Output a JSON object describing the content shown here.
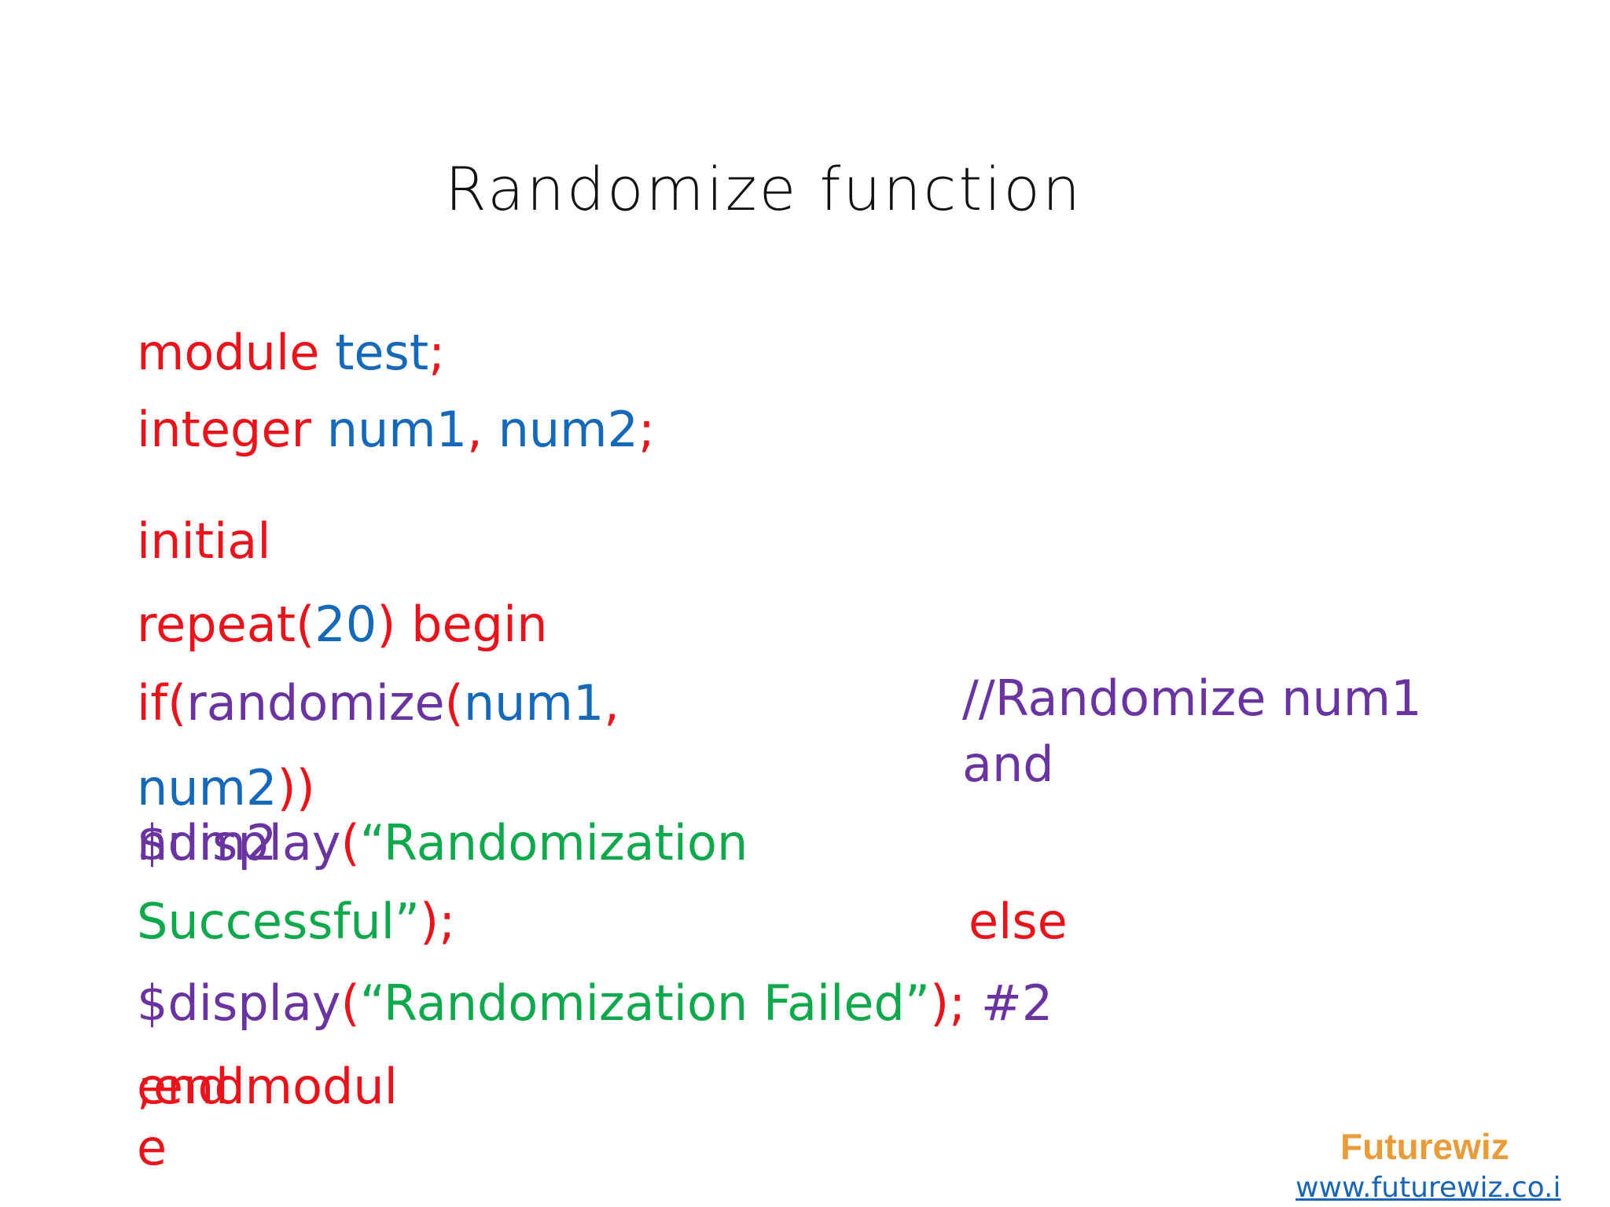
{
  "title": "Randomize function",
  "code": {
    "l1": {
      "a": "module",
      "b": "test",
      "c": ";"
    },
    "l2": {
      "a": "integer",
      "b": "num1",
      "c": ",",
      "d": "num2",
      "e": ";"
    },
    "l3": {
      "a": "initial"
    },
    "l4": {
      "a": "repeat",
      "b": "(",
      "c": "20",
      "d": ")",
      "e": "begin"
    },
    "l5": {
      "a": "if",
      "b": "(",
      "c": "randomize",
      "d": "(",
      "e": "num1",
      "f": ","
    },
    "l5_comment": {
      "a": "//Randomize num1",
      "b": "and"
    },
    "l6": {
      "a": "num2",
      "b": "))"
    },
    "l7_under": {
      "a": "num2"
    },
    "l7": {
      "a": "$display",
      "b": "(",
      "c": "“Randomization"
    },
    "l8": {
      "a": "Successful”",
      "b": ");"
    },
    "l8_else": "else",
    "l9": {
      "a": "$display",
      "b": "(",
      "c": "“Randomization",
      "d": "Failed”",
      "e": ");",
      "f": "#2"
    },
    "l10_under": "end",
    "l10": {
      "a": ";",
      "b": "endmodul"
    },
    "l11": "e"
  },
  "footer": {
    "brand": "Futurewiz",
    "url": "www.futurewiz.co.in"
  },
  "colors": {
    "keyword": "#e8141c",
    "identifier": "#1569b8",
    "system_task": "#6a34a0",
    "string": "#10a84c",
    "brand": "#e89c3a"
  }
}
